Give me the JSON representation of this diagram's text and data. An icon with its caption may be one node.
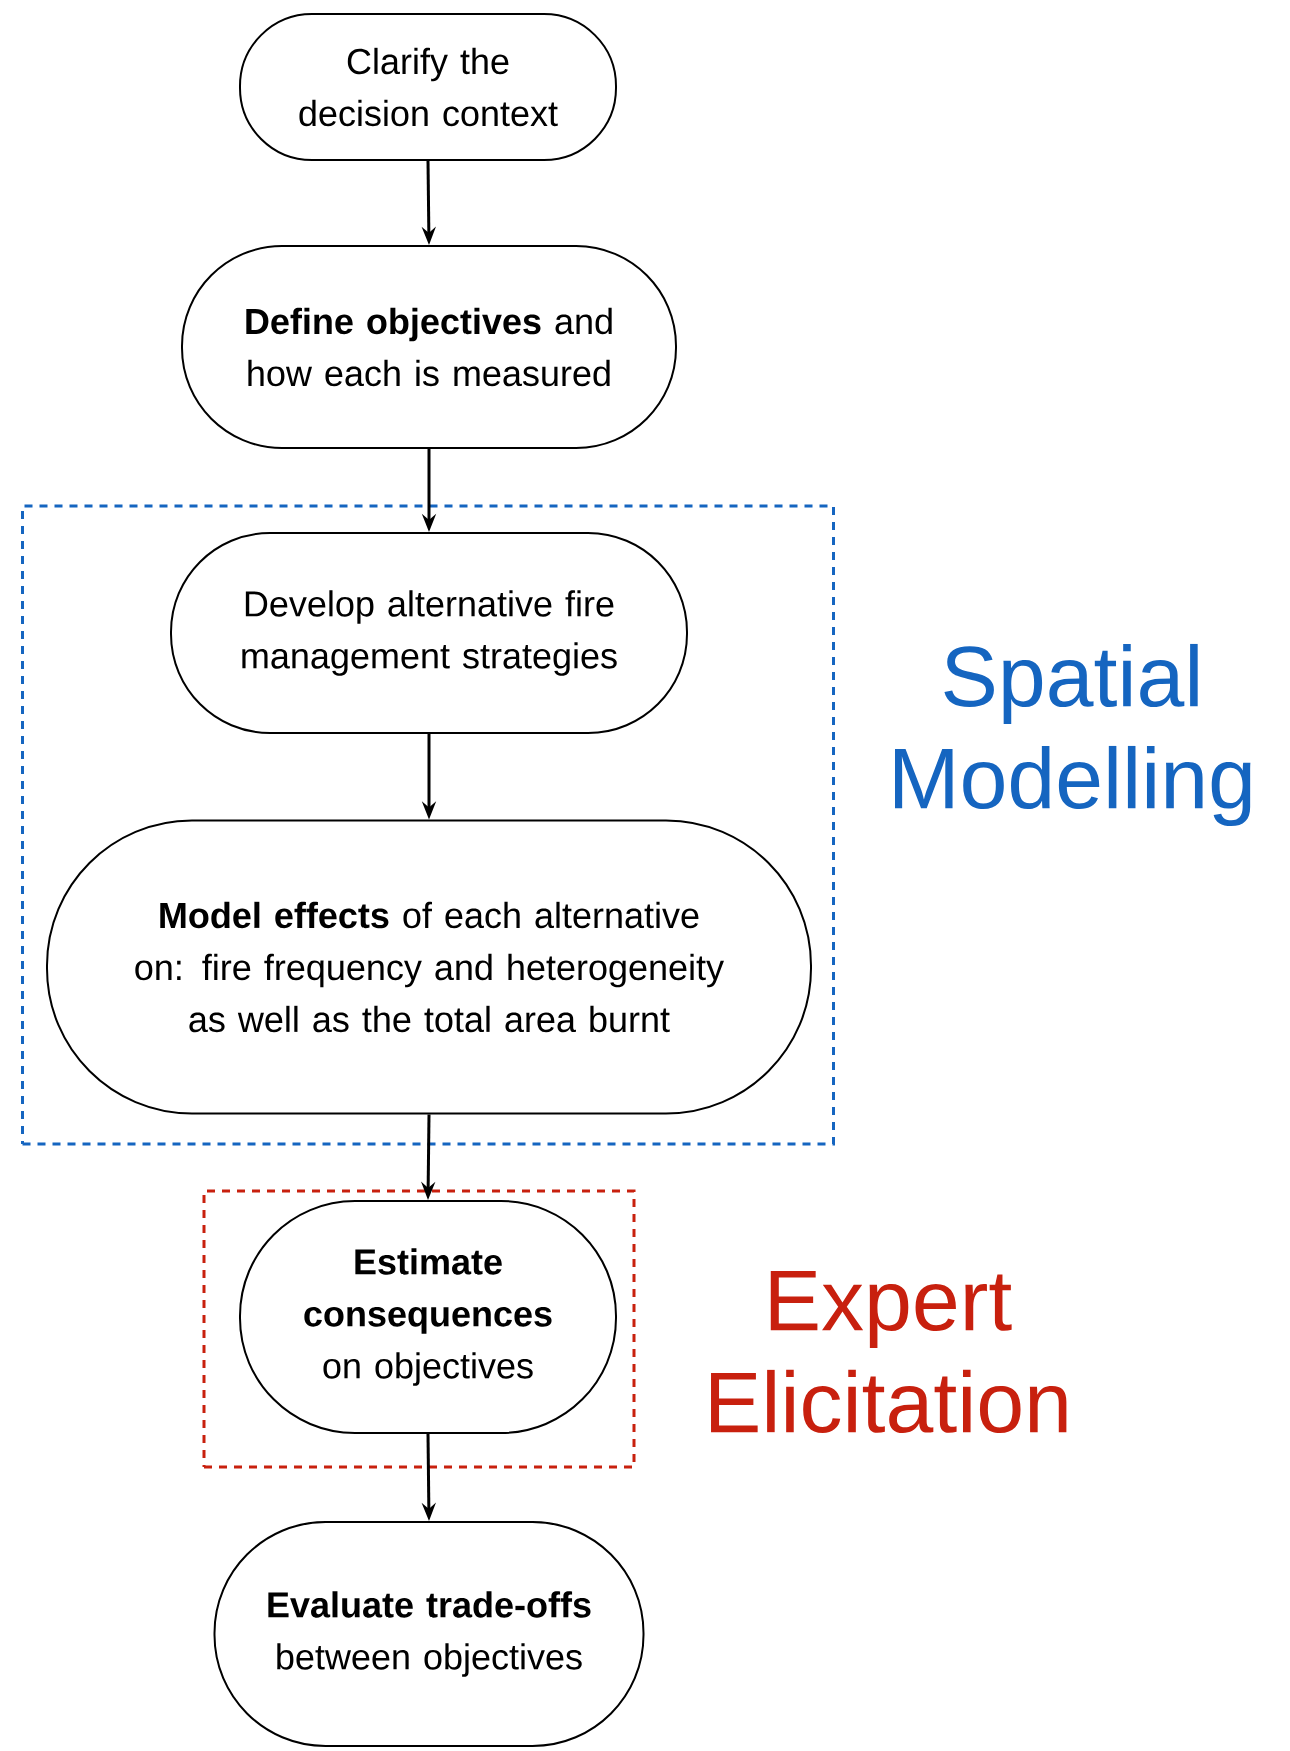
{
  "diagram": {
    "nodes": [
      {
        "text": [
          "Clarify the decision context"
        ]
      },
      {
        "text": [
          "**Define objectives** and how each is measured"
        ]
      },
      {
        "text": [
          "Spatial Modelling"
        ]
      },
      {
        "text": [
          "Develop alternative fire management strategies"
        ],
        "in": 2
      },
      {
        "text": [
          "**Model effects** of each alternative on: fire frequency and heterogeneity as well as the total area burnt"
        ],
        "in": 2
      },
      {
        "text": [
          "Expert Elicitation"
        ]
      },
      {
        "text": [
          "**Estimate consequences** on objectives"
        ],
        "in": 5
      },
      {
        "text": [
          "**Evaluate trade-offs** between objectives"
        ]
      }
    ],
    "edges": [
      {
        "from": 0,
        "to": 1,
        "arrow": "to"
      },
      {
        "from": 1,
        "to": 3,
        "arrow": "to"
      },
      {
        "from": 3,
        "to": 4,
        "arrow": "to"
      },
      {
        "from": 4,
        "to": 6,
        "arrow": "to"
      },
      {
        "from": 6,
        "to": 7,
        "arrow": "to"
      }
    ]
  }
}
